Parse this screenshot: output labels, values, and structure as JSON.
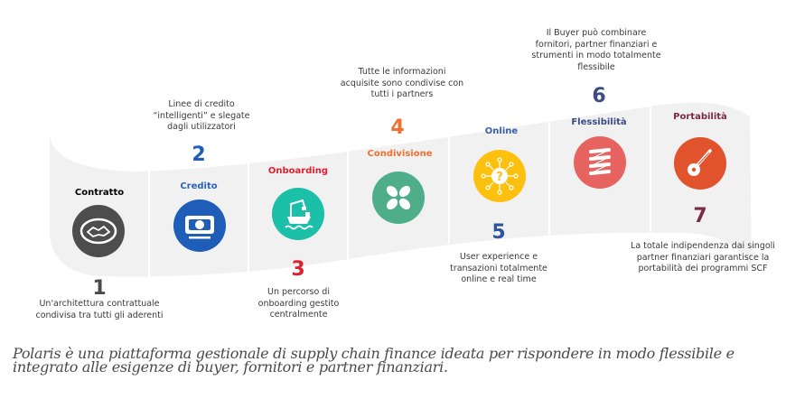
{
  "steps": [
    {
      "number": "1",
      "title": "Contratto",
      "description": "Un'architettura contrattuale condivisa tra tutti gli aderenti",
      "icon": "handshake-icon",
      "color": "#4d4d4d",
      "title_color": "#4a4a4a"
    },
    {
      "number": "2",
      "title": "Credito",
      "description": "Linee di credito “intelligenti” e slegate dagli utilizzatori",
      "icon": "banknote-icon",
      "color": "#1e5db8",
      "title_color": "#2a62c4"
    },
    {
      "number": "3",
      "title": "Onboarding",
      "description": "Un percorso di onboarding gestito centralmente",
      "icon": "cargo-ship-icon",
      "color": "#1cbfa8",
      "title_color": "#e0202e"
    },
    {
      "number": "4",
      "title": "Condivisione",
      "description": "Tutte le informazioni acquisite sono condivise con tutti i partners",
      "icon": "joined-hands-icon",
      "color": "#4fae8a",
      "title_color": "#f07030"
    },
    {
      "number": "5",
      "title": "Online",
      "description": "User experience e transazioni totalmente online e real time",
      "icon": "network-question-icon",
      "color": "#fcc10f",
      "title_color": "#3a5fa8"
    },
    {
      "number": "6",
      "title": "Flessibilità",
      "description": "Il Buyer può combinare fornitori, partner finanziari e strumenti in modo totalmente flessibile",
      "icon": "spring-icon",
      "color": "#e76360",
      "title_color": "#3d4a86"
    },
    {
      "number": "7",
      "title": "Portabilità",
      "description": "La totale indipendenza dai singoli partner finanziari garantisce la portabilità dei programmi SCF",
      "icon": "key-icon",
      "color": "#e1532c",
      "title_color": "#7a2a45"
    }
  ],
  "caption": "Polaris è una piattaforma gestionale di supply chain finance ideata per rispondere in modo flessibile e integrato alle esigenze di buyer, fornitori e partner finanziari.",
  "colors": {
    "band": "#f1f1f1",
    "divider": "#ffffff",
    "desc_text": "#3a3a3a"
  }
}
